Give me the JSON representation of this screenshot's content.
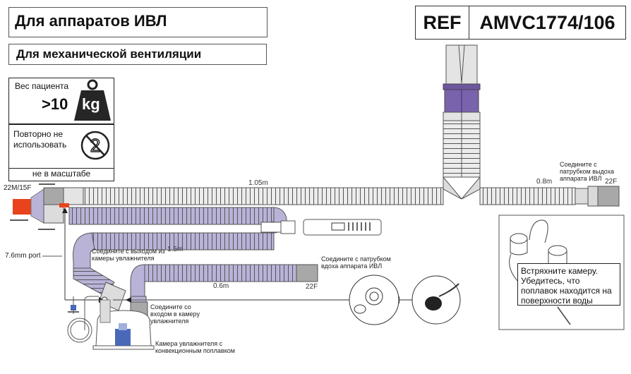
{
  "header": {
    "title": "Для аппаратов ИВЛ",
    "subtitle": "Для механической вентиляции"
  },
  "ref": {
    "label": "REF",
    "code": "AMVC1774/106"
  },
  "symbols": {
    "patient_weight_label": "Вес пациента",
    "patient_weight_value": ">10",
    "weight_unit": "kg",
    "single_use_label": "Повторно не использовать",
    "single_use_glyph": "2",
    "not_to_scale": "не в масштабе"
  },
  "labels": {
    "patient_connector": "22M/15F",
    "port": "7.6mm port",
    "limb_expiratory_length": "1.05m",
    "limb_inspiratory_length": "1.5m",
    "limb_dry_length": "0.6m",
    "limb_exp_end_length": "0.8m",
    "connector_22f_insp": "22F",
    "connector_22f_exp": "22F",
    "connect_expiratory_port": "Соедините с патрубком выдоха аппарата ИВЛ",
    "connect_inspiratory_port": "Соедините с патрубком вдоха аппарата ИВЛ",
    "connect_chamber_outlet": "Соедините с выходом из камеры увлажнителя",
    "connect_chamber_inlet": "Соедините со входом в камеру увлажнителя",
    "chamber_caption": "Камера увлажнителя с конвекционным поплавком",
    "shake_note": "Встряхните камеру. Убедитесь, что поплавок находится на поверхности воды"
  },
  "colors": {
    "purple_tube": "#b9b3d8",
    "purple_collar": "#6e57a0",
    "grey_tube": "#e6e6e6",
    "connector_grey": "#a8a8a8",
    "orange_connector": "#e8431c",
    "float_blue": "#4a68b8"
  }
}
